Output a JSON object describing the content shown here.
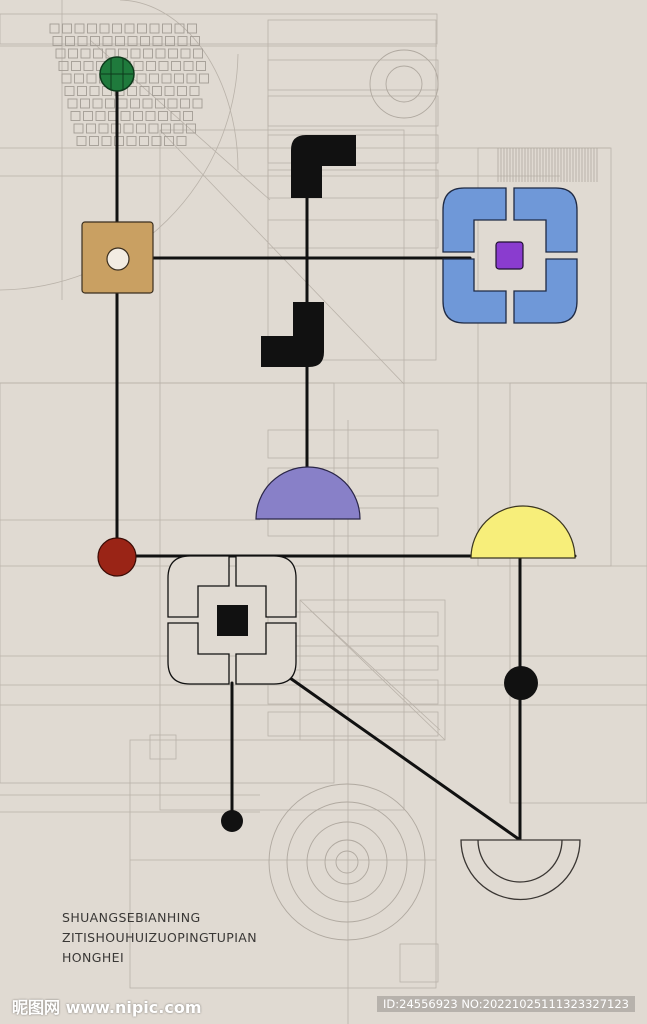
{
  "caption": {
    "line1": "SHUANGSEBIANHING",
    "line2": "ZITISHOUHUIZUOPINGTUPIAN",
    "line3": "HONGHEI"
  },
  "watermark": {
    "site": "昵图网 www.nipic.com",
    "id_text": "ID:24556923 NO:20221025111323327123"
  },
  "colors": {
    "background": "#e0dad2",
    "green": "#1f7a3c",
    "tan": "#c9a062",
    "red": "#9a2416",
    "blue": "#6f98d8",
    "purple": "#8a3ccf",
    "lavender": "#8880c8",
    "yellow": "#f7ee7a"
  }
}
